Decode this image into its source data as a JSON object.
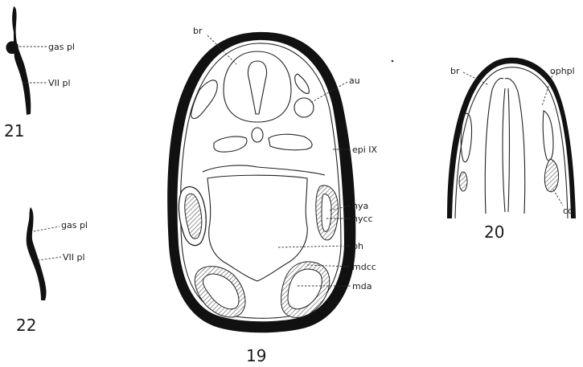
{
  "figures": {
    "fig19": {
      "number": "19",
      "labels": {
        "br": "br",
        "au": "au",
        "epi": "epi IX",
        "hya": "hya",
        "hycc": "hycc",
        "ph": "ph",
        "mdcc": "mdcc",
        "mda": "mda"
      }
    },
    "fig20": {
      "number": "20",
      "labels": {
        "br": "br",
        "ophpl": "ophpl",
        "cc": "cc"
      }
    },
    "fig21": {
      "number": "21",
      "labels": {
        "gaspl": "gas pl",
        "viipl": "VII pl"
      }
    },
    "fig22": {
      "number": "22",
      "labels": {
        "gaspl": "gas pl",
        "viipl": "VII pl"
      }
    }
  }
}
